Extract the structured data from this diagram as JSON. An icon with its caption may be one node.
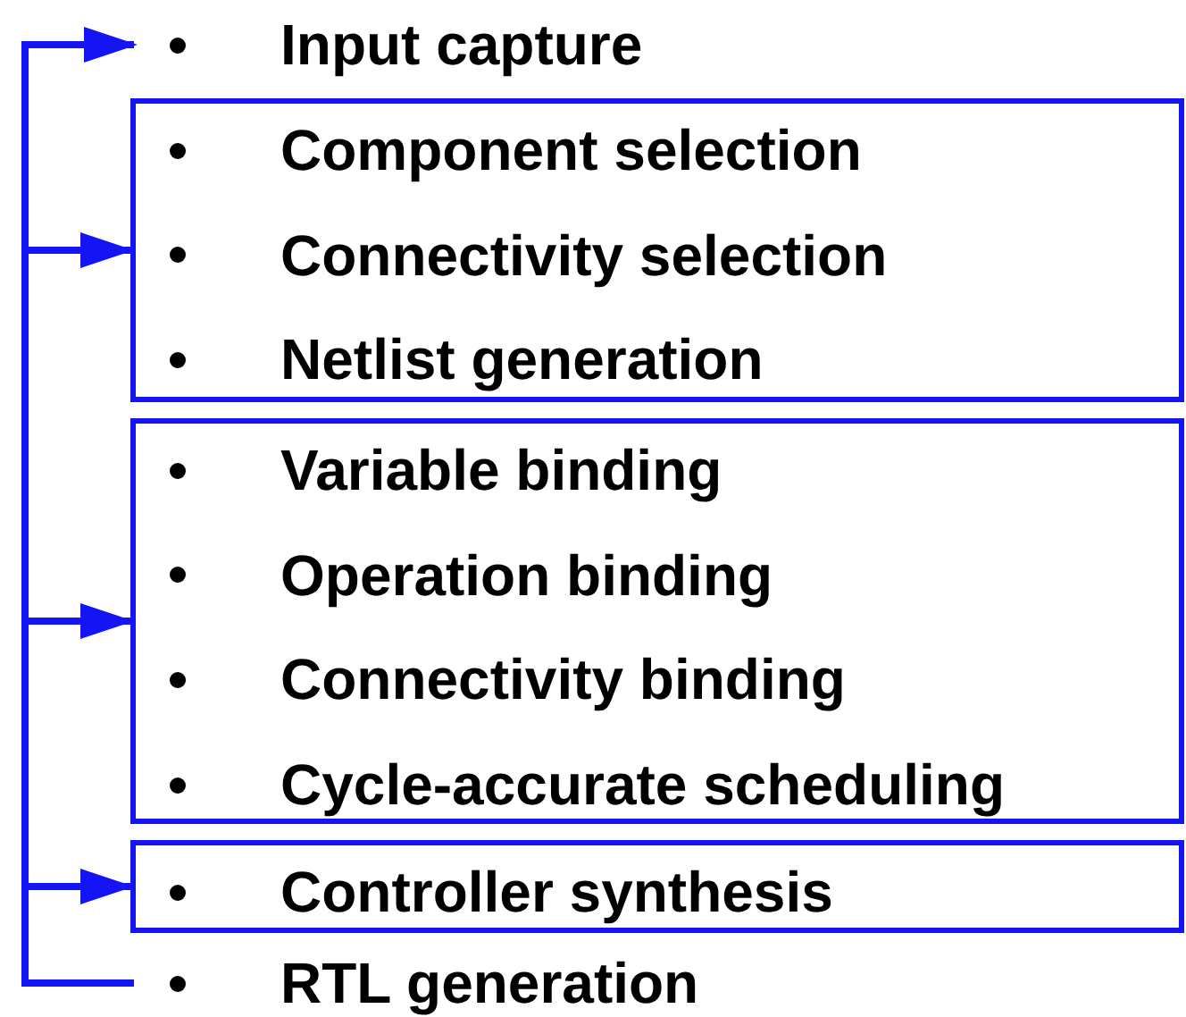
{
  "diagram": {
    "nodes": [
      {
        "text": [
          "Input capture"
        ]
      },
      {
        "text": [],
        "shape": "box"
      },
      {
        "text": [
          "Component selection"
        ],
        "in": 1
      },
      {
        "text": [
          "Connectivity selection"
        ],
        "in": 1
      },
      {
        "text": [
          "Netlist generation"
        ],
        "in": 1
      },
      {
        "text": [],
        "shape": "box"
      },
      {
        "text": [
          "Variable binding"
        ],
        "in": 5
      },
      {
        "text": [
          "Operation binding"
        ],
        "in": 5
      },
      {
        "text": [
          "Connectivity binding"
        ],
        "in": 5
      },
      {
        "text": [
          "Cycle-accurate scheduling"
        ],
        "in": 5
      },
      {
        "text": [],
        "shape": "box"
      },
      {
        "text": [
          "Controller synthesis"
        ],
        "in": 10
      },
      {
        "text": [
          "RTL generation"
        ]
      }
    ],
    "edges": [
      {
        "from": 12,
        "to": 0,
        "arrow": "to"
      },
      {
        "from": 12,
        "to": 1,
        "arrow": "to"
      },
      {
        "from": 12,
        "to": 5,
        "arrow": "to"
      },
      {
        "from": 12,
        "to": 10,
        "arrow": "to"
      }
    ]
  }
}
